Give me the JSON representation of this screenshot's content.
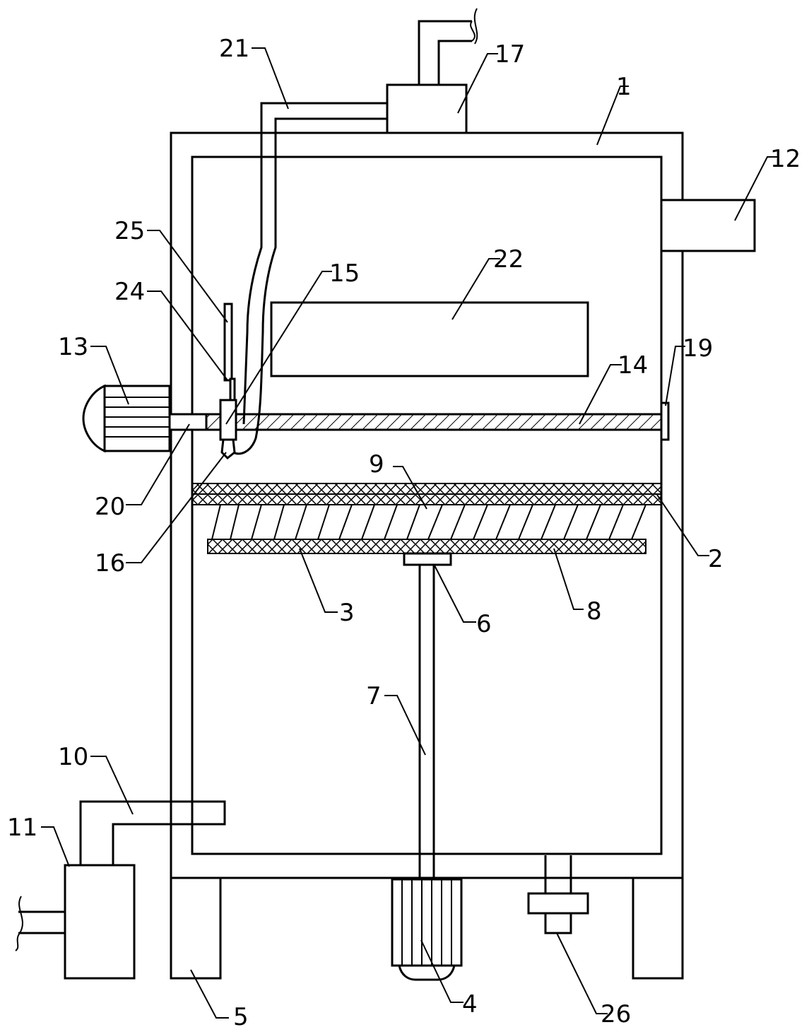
{
  "labels": {
    "n1": "1",
    "n2": "2",
    "n3": "3",
    "n4": "4",
    "n5": "5",
    "n6": "6",
    "n7": "7",
    "n8": "8",
    "n9": "9",
    "n10": "10",
    "n11": "11",
    "n12": "12",
    "n13": "13",
    "n14": "14",
    "n15": "15",
    "n16": "16",
    "n17": "17",
    "n19": "19",
    "n20": "20",
    "n21": "21",
    "n22": "22",
    "n24": "24",
    "n25": "25",
    "n26": "26"
  }
}
